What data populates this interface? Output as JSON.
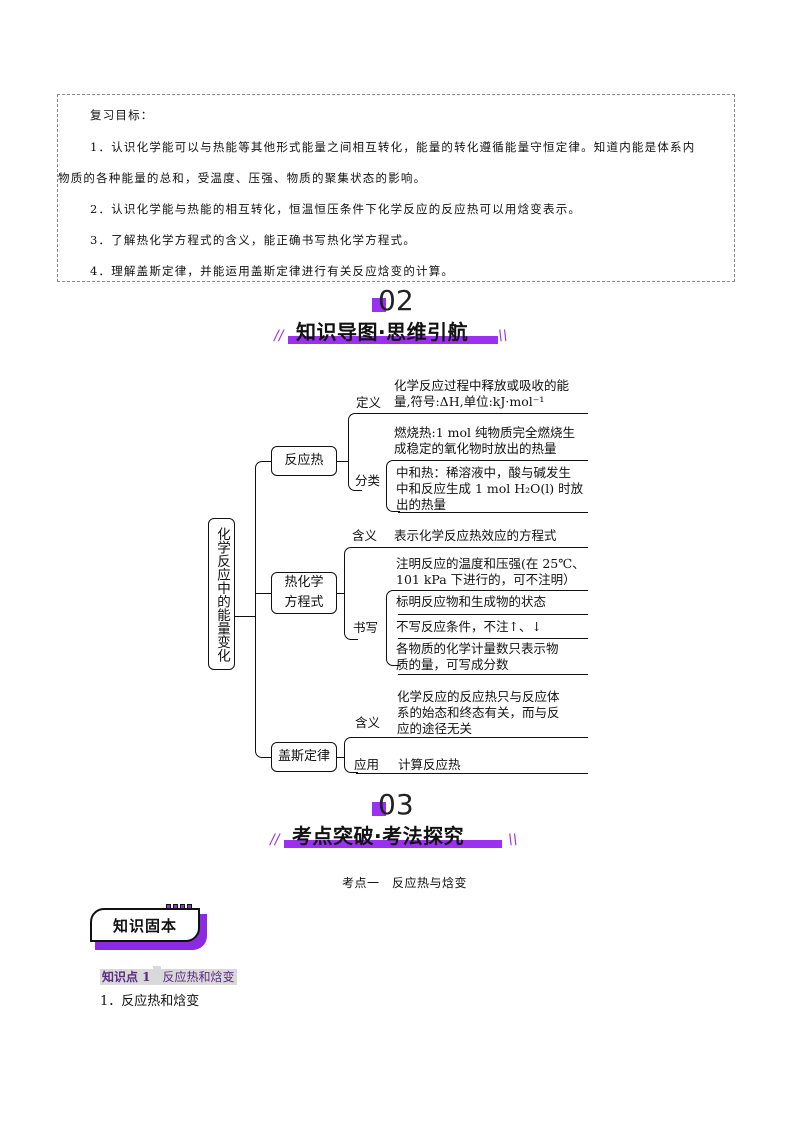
{
  "review_goals": {
    "heading": "复习目标：",
    "items": [
      "1．认识化学能可以与热能等其他形式能量之间相互转化，能量的转化遵循能量守恒定律。知道内能是体系内",
      "物质的各种能量的总和，受温度、压强、物质的聚集状态的影响。",
      "2．认识化学能与热能的相互转化，恒温恒压条件下化学反应的反应热可以用焓变表示。",
      "3．了解热化学方程式的含义，能正确书写热化学方程式。",
      "4．理解盖斯定律，并能运用盖斯定律进行有关反应焓变的计算。"
    ]
  },
  "section02": {
    "number": "02",
    "title": "知识导图·思维引航",
    "slash_left": "//",
    "slash_right": "\\\\"
  },
  "mindmap": {
    "root": "化学反应中的能量变化",
    "branches": [
      {
        "label": "反应热",
        "children": [
          {
            "label": "定义",
            "lines": [
              "化学反应过程中释放或吸收的能",
              "量,符号:ΔH,单位:kJ·mol⁻¹"
            ]
          },
          {
            "label": "分类",
            "items": [
              {
                "lines": [
                  "燃烧热:1 mol 纯物质完全燃烧生",
                  "成稳定的氧化物时放出的热量"
                ]
              },
              {
                "lines": [
                  "中和热：稀溶液中，酸与碱发生",
                  "中和反应生成 1 mol H₂O(l) 时放",
                  "出的热量"
                ]
              }
            ]
          }
        ]
      },
      {
        "label_line1": "热化学",
        "label_line2": "方程式",
        "children": [
          {
            "label": "含义",
            "lines": [
              "表示化学反应热效应的方程式"
            ]
          },
          {
            "label": "书写",
            "items": [
              {
                "lines": [
                  "注明反应的温度和压强(在 25℃、",
                  "101 kPa 下进行的，可不注明）"
                ]
              },
              {
                "lines": [
                  "标明反应物和生成物的状态"
                ]
              },
              {
                "lines": [
                  "不写反应条件，不注↑、↓"
                ]
              },
              {
                "lines": [
                  "各物质的化学计量数只表示物",
                  "质的量，可写成分数"
                ]
              }
            ]
          }
        ]
      },
      {
        "label": "盖斯定律",
        "children": [
          {
            "label": "含义",
            "lines": [
              "化学反应的反应热只与反应体",
              "系的始态和终态有关，而与反",
              "应的途径无关"
            ]
          },
          {
            "label": "应用",
            "lines": [
              "计算反应热"
            ]
          }
        ]
      }
    ]
  },
  "section03": {
    "number": "03",
    "title": "考点突破·考法探究",
    "slash_left": "//",
    "slash_right": "\\\\",
    "subtitle": "考点一　反应热与焓变"
  },
  "badge": {
    "label": "知识固本"
  },
  "knowledge_point": {
    "label": "知识点 1",
    "title": "反应热和焓变"
  },
  "item1": "1．反应热和焓变",
  "colors": {
    "accent": "#9b30f0",
    "badge_shadow": "#8a2be2",
    "kp_text": "#5a2a82",
    "kp_bg": "#d9d9d9"
  }
}
